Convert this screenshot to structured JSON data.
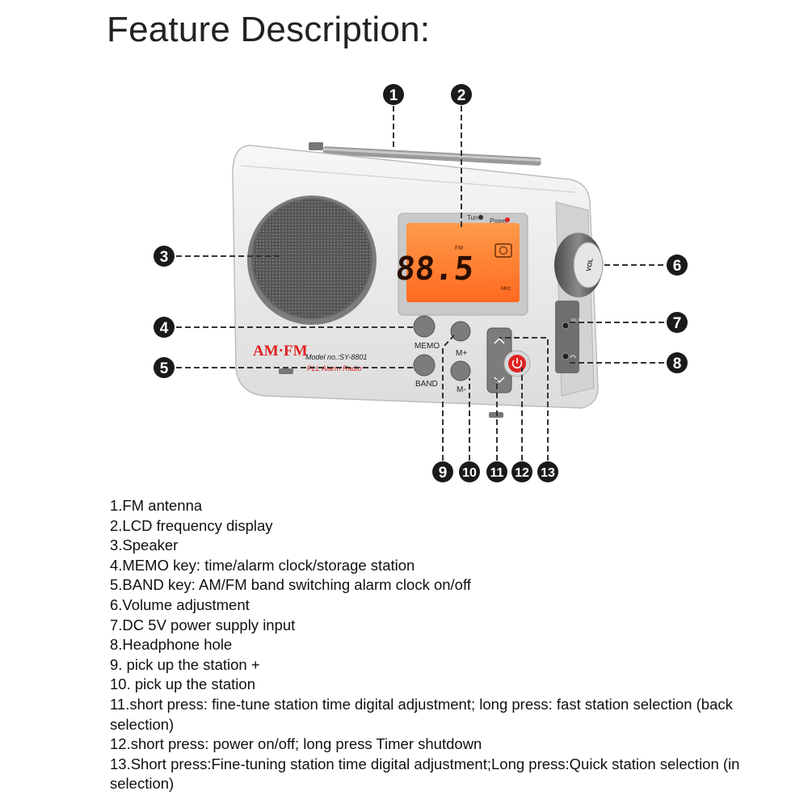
{
  "title": "Feature Description:",
  "device": {
    "brand": "AM·FM",
    "model": "Model no.:SY-8801",
    "subtitle": "PLL Alarm Radio",
    "display": {
      "band": "FM",
      "frequency": "88.5",
      "unit": "MHz",
      "backlight_color": "#ff7a2e"
    },
    "indicators": {
      "tune": "Tun",
      "power": "Power"
    },
    "buttons": {
      "memo": "MEMO",
      "band": "BAND",
      "m_plus": "M+",
      "m_minus": "M-"
    },
    "volume_label": "VOL",
    "dc_label": "DC 5V",
    "colors": {
      "body": "#efefef",
      "accent_red": "#e02020",
      "button_gray": "#7c7c7c"
    }
  },
  "callouts": [
    "1",
    "2",
    "3",
    "4",
    "5",
    "6",
    "7",
    "8",
    "9",
    "10",
    "11",
    "12",
    "13"
  ],
  "features": [
    "1.FM antenna",
    "2.LCD frequency display",
    "3.Speaker",
    "4.MEMO key: time/alarm clock/storage station",
    "5.BAND key: AM/FM band switching alarm clock on/off",
    "6.Volume adjustment",
    "7.DC 5V power supply input",
    "8.Headphone hole",
    "9. pick up the station +",
    "10. pick up the station",
    "11.short press: fine-tune station time digital adjustment; long press: fast station selection (back selection)",
    "12.short press: power on/off; long press Timer shutdown",
    "13.Short press:Fine-tuning station time digital adjustment;Long press:Quick station selection (in selection)"
  ]
}
